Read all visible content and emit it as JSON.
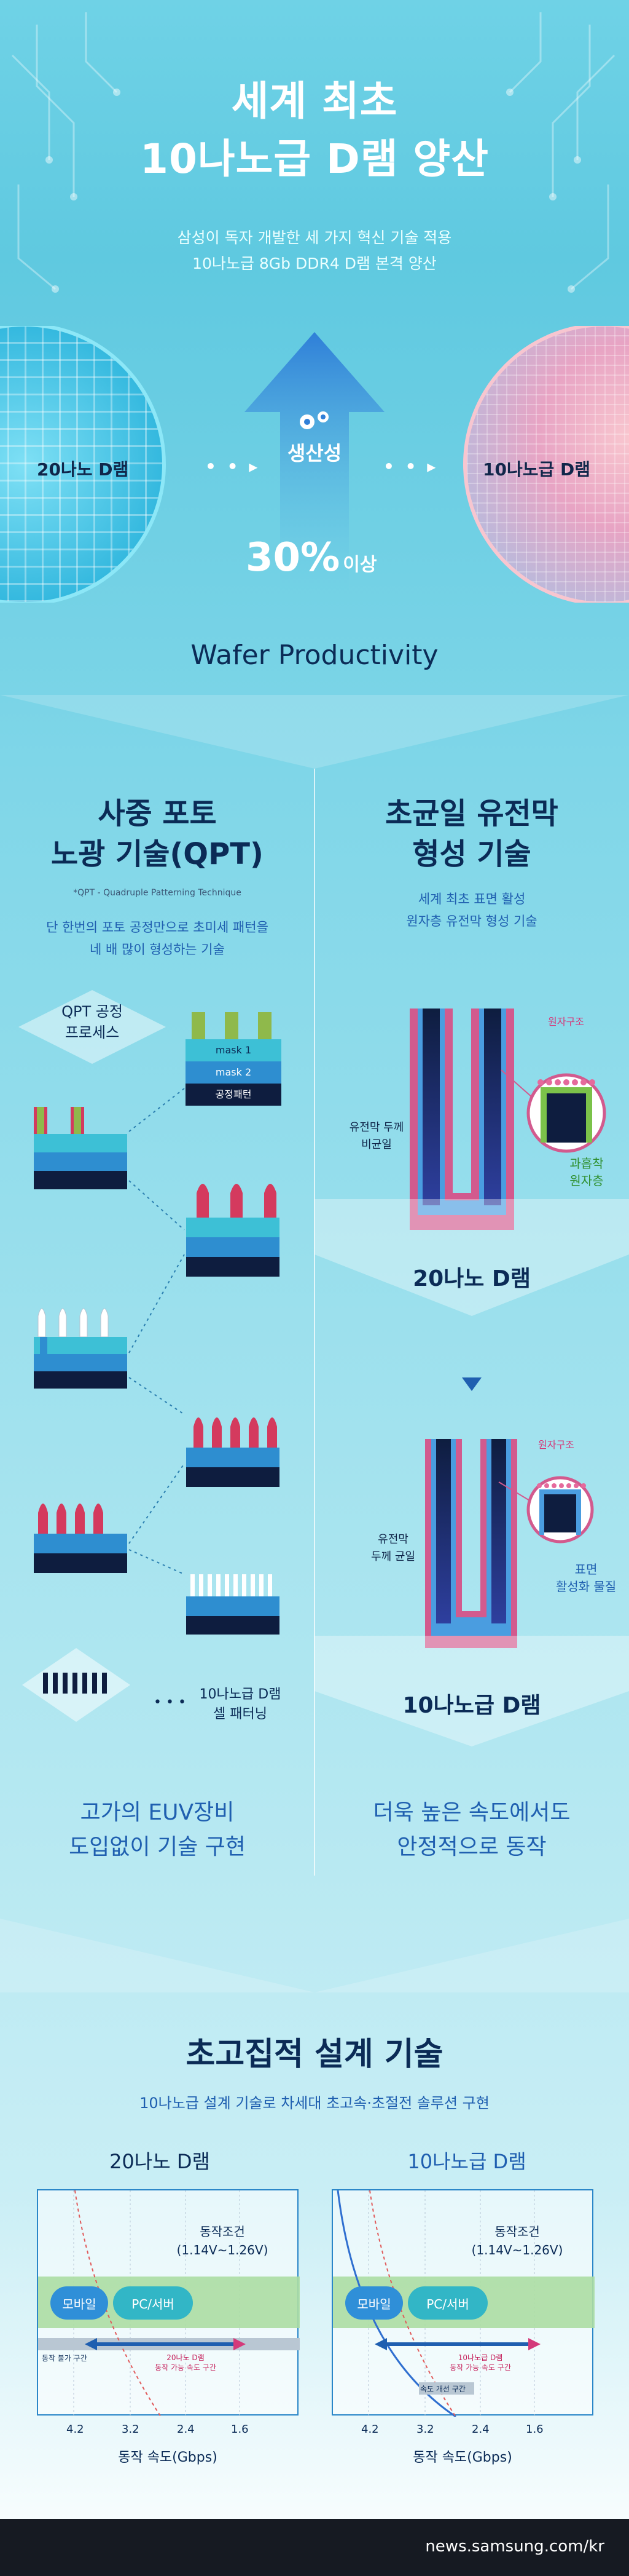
{
  "header": {
    "title_line1": "세계 최초",
    "title_line2": "10나노급 D램 양산",
    "sub_line1": "삼성이 독자 개발한 세 가지 혁신 기술 적용",
    "sub_line2": "10나노급 8Gb DDR4 D램 본격 양산"
  },
  "productivity": {
    "left_label": "20나노 D램",
    "right_label": "10나노급 D램",
    "dots": "• • ▸",
    "label": "생산성",
    "value": "30%",
    "unit": "이상",
    "caption": "Wafer Productivity",
    "icon": "gear-icon"
  },
  "qpt": {
    "title_line1": "사중 포토",
    "title_line2": "노광 기술(QPT)",
    "note": "*QPT - Quadruple Patterning Technique",
    "desc_line1": "단 한번의 포토 공정만으로 초미세 패턴을",
    "desc_line2": "네 배 많이 형성하는 기술",
    "process_line1": "QPT 공정",
    "process_line2": "프로세스",
    "mask1": "mask 1",
    "mask2": "mask 2",
    "pattern": "공정패턴",
    "result_dots": "• • •",
    "result_line1": "10나노급 D램",
    "result_line2": "셀 패터닝",
    "bottom_line1": "고가의 EUV장비",
    "bottom_line2": "도입없이 기술 구현"
  },
  "dielectric": {
    "title_line1": "초균일 유전막",
    "title_line2": "형성 기술",
    "desc_line1": "세계 최초 표면 활성",
    "desc_line2": "원자층 유전막 형성 기술",
    "atom_label": "원자구조",
    "thickness_line1": "유전막 두께",
    "thickness_line2": "비균일",
    "over_line1": "과흡착",
    "over_line2": "원자층",
    "label_20nm": "20나노 D램",
    "atom_label2": "원자구조",
    "uniform_line1": "유전막",
    "uniform_line2": "두께 균일",
    "surface_line1": "표면",
    "surface_line2": "활성화 물질",
    "label_10nm": "10나노급 D램",
    "bottom_line1": "더욱 높은 속도에서도",
    "bottom_line2": "안정적으로 동작"
  },
  "design": {
    "title": "초고집적 설계 기술",
    "subtitle": "10나노급 설계 기술로 차세대 초고속·초절전 솔루션 구현",
    "chart_left": {
      "title": "20나노 D램",
      "cond_line1": "동작조건",
      "cond_line2": "(1.14V~1.26V)",
      "pill_mobile": "모바일",
      "pill_pc": "PC/서버",
      "fail_label": "동작 불가 구간",
      "ok_line1": "20나노 D램",
      "ok_line2": "동작 가능 속도 구간",
      "ticks": [
        "4.2",
        "3.2",
        "2.4",
        "1.6"
      ],
      "xlabel": "동작 속도(Gbps)"
    },
    "chart_right": {
      "title": "10나노급 D램",
      "cond_line1": "동작조건",
      "cond_line2": "(1.14V~1.26V)",
      "pill_mobile": "모바일",
      "pill_pc": "PC/서버",
      "improve_label": "속도 개선 구간",
      "ok_line1": "10나노급 D램",
      "ok_line2": "동작 가능 속도 구간",
      "ticks": [
        "4.2",
        "3.2",
        "2.4",
        "1.6"
      ],
      "xlabel": "동작 속도(Gbps)"
    }
  },
  "footer": {
    "url": "news.samsung.com/kr"
  },
  "colors": {
    "navy": "#0b2b56",
    "accent_blue": "#1f5fb0",
    "pink": "#d43a7a",
    "green": "#2f8f2f",
    "teal": "#2fa7c9"
  }
}
